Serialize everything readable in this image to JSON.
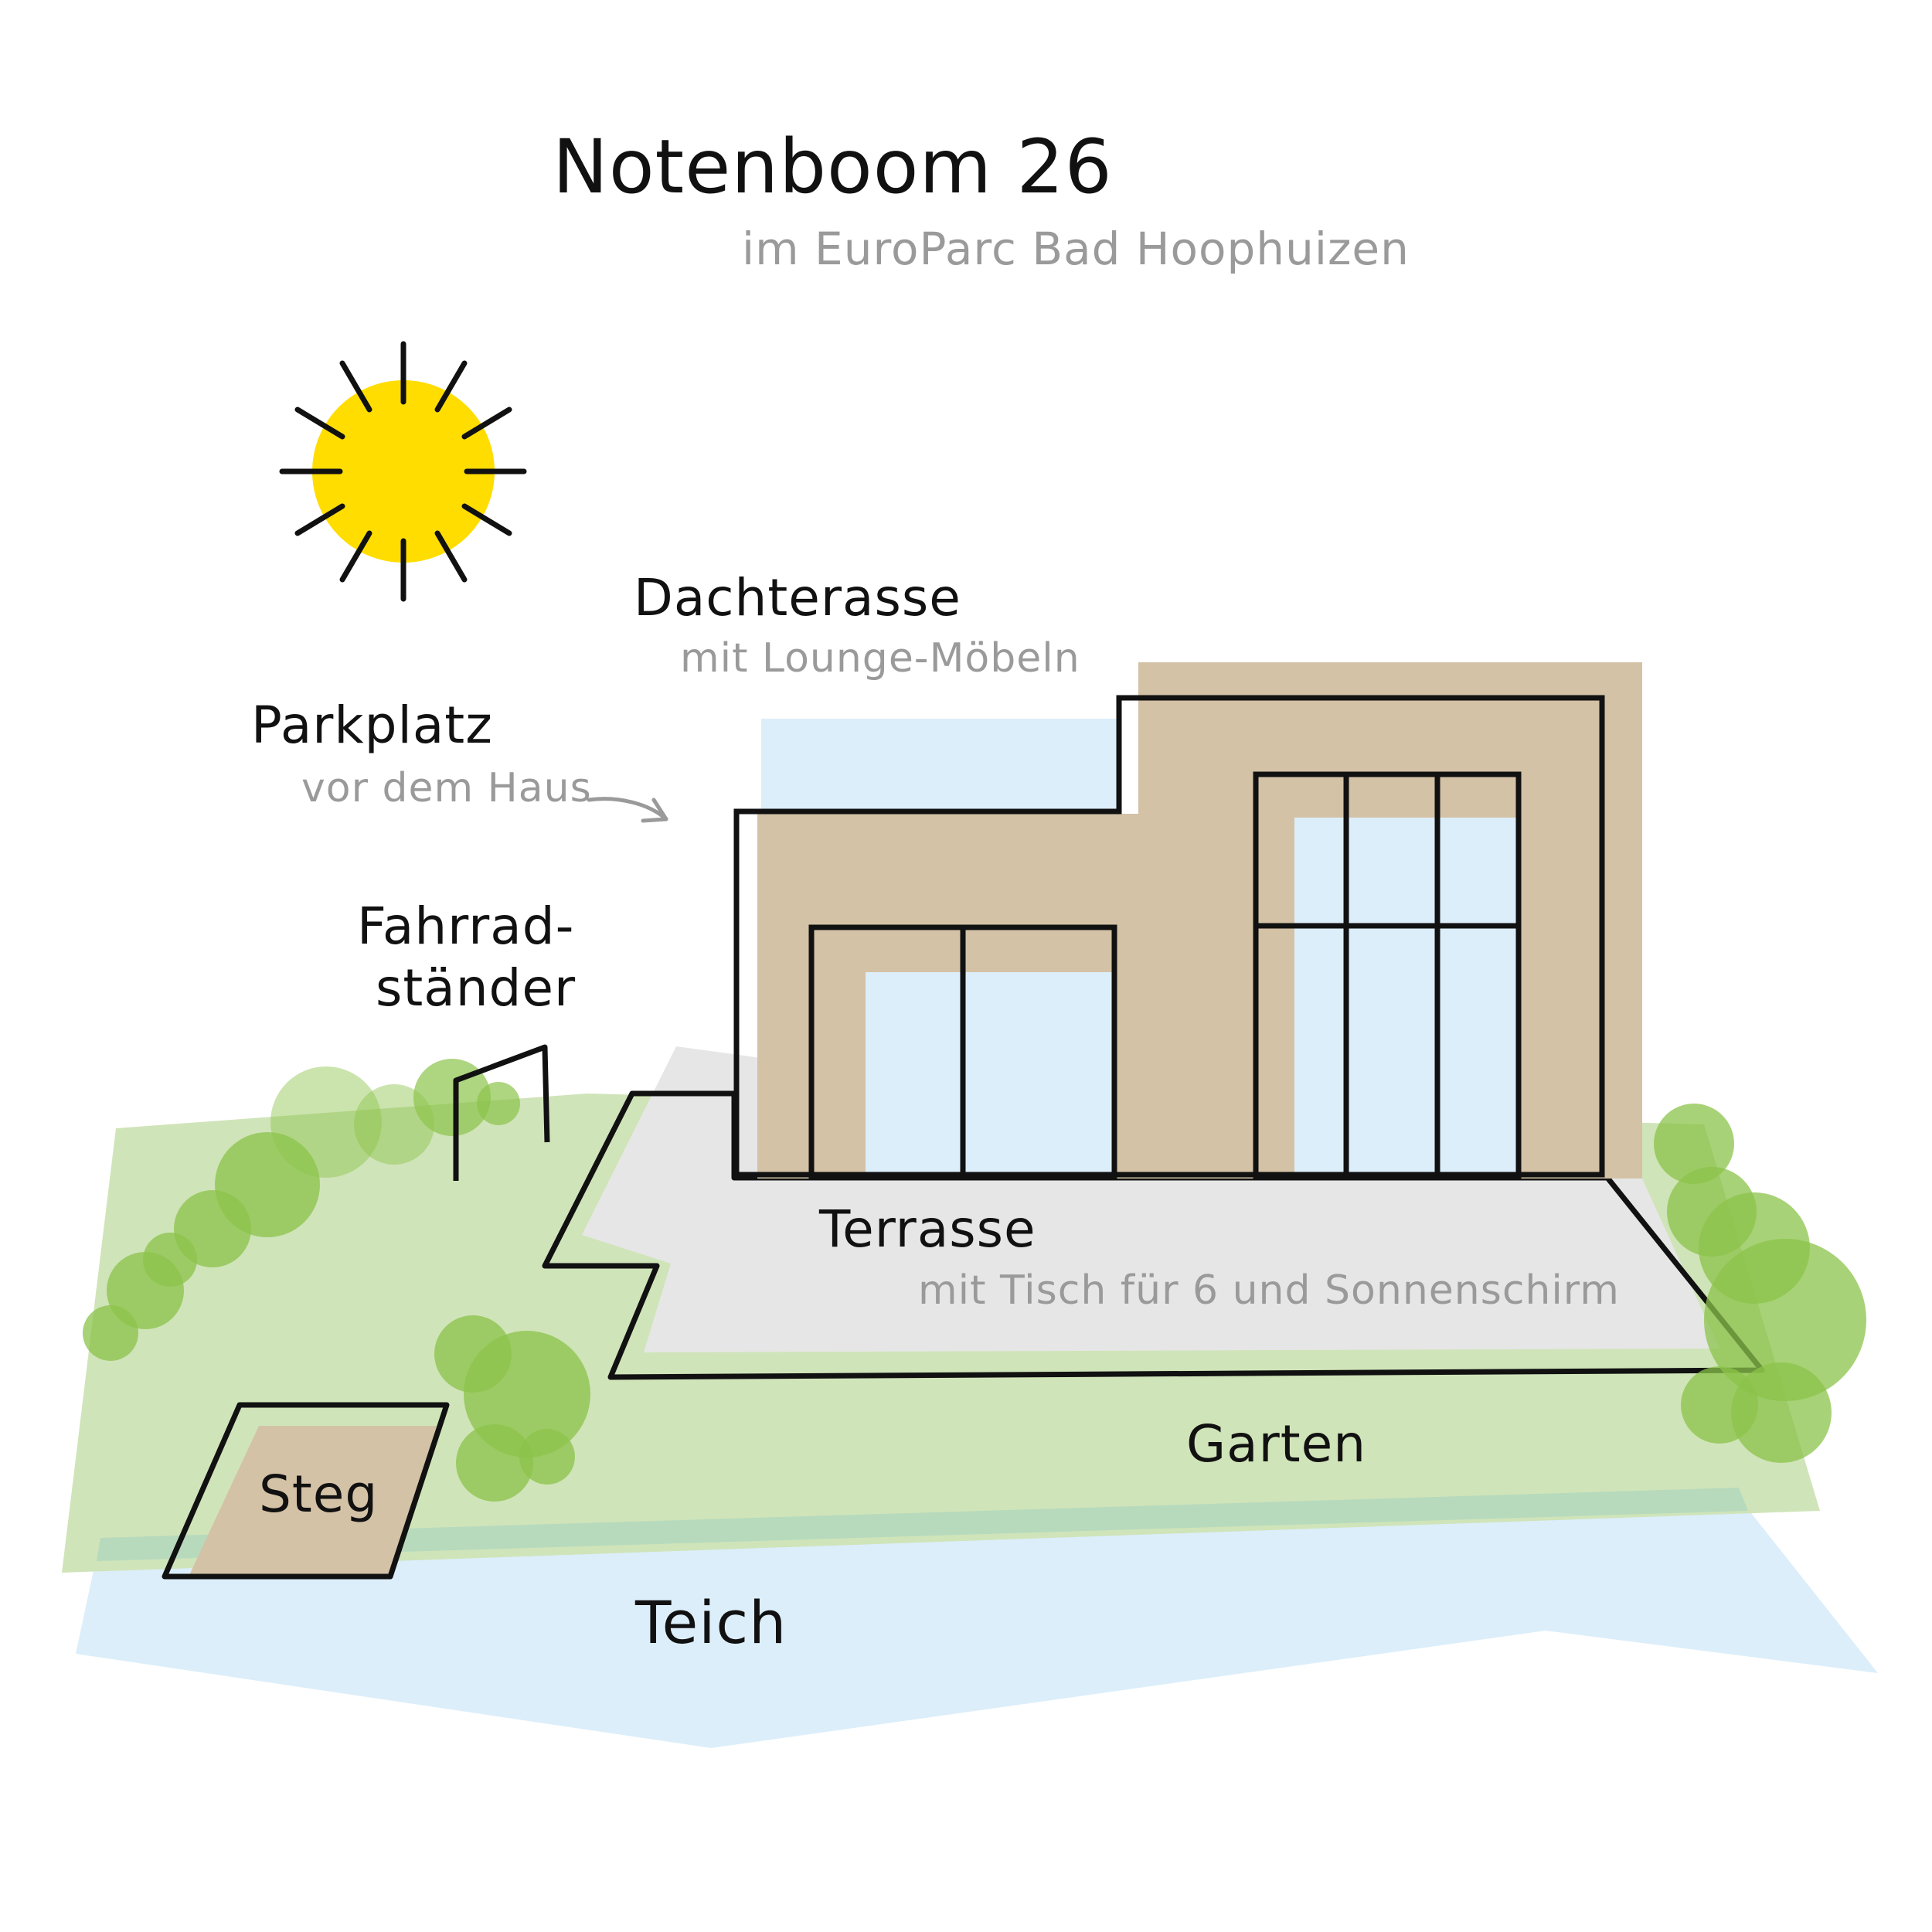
{
  "header": {
    "title": "Notenboom 26",
    "subtitle": "im EuroParc Bad Hoophuizen"
  },
  "labels": {
    "dachterasse": {
      "title": "Dachterasse",
      "sub": "mit Lounge-Möbeln"
    },
    "parkplatz": {
      "title": "Parkplatz",
      "sub": "vor dem Haus"
    },
    "fahrrad": {
      "line1": "Fahrrad-",
      "line2": "ständer"
    },
    "terrasse": {
      "title": "Terrasse",
      "sub": "mit Tisch für 6 und Sonnenschirm"
    },
    "garten": "Garten",
    "steg": "Steg",
    "teich": "Teich"
  },
  "colors": {
    "sun": "#FFDD00",
    "wall": "#D4C2A6",
    "glass": "#DDEEFB",
    "garden": "#CDE3B5",
    "pond": "#DCEEFA",
    "terrace": "#E6E6E6",
    "bush": "#8BC34A",
    "outline": "#111111",
    "subtext": "#9A9A9A"
  }
}
